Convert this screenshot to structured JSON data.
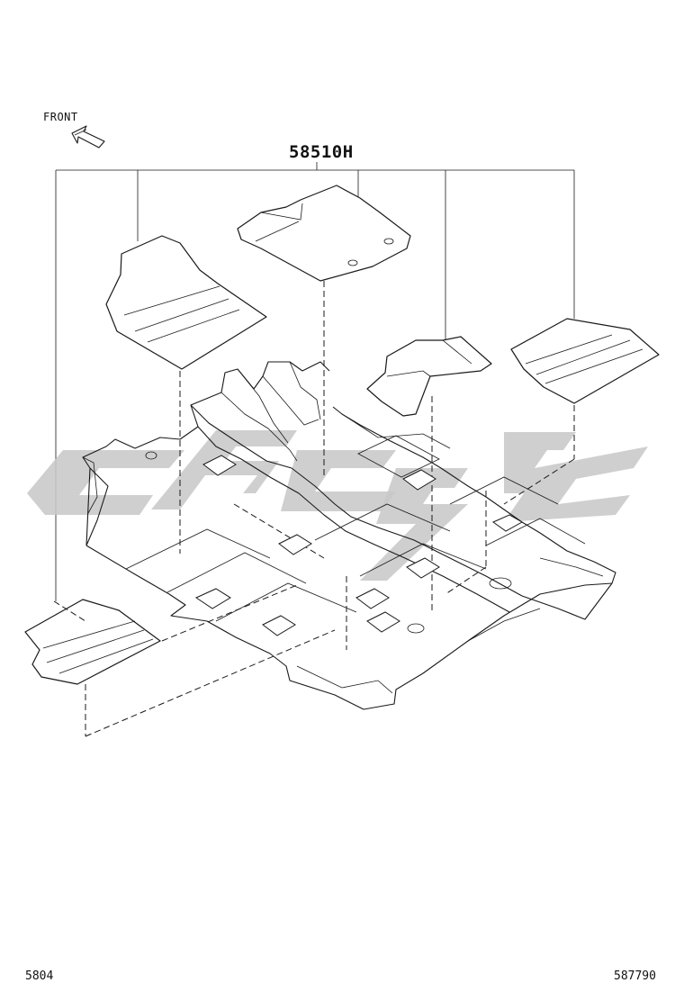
{
  "diagram": {
    "direction_label": "FRONT",
    "part_number": "58510H",
    "footer_left": "5804",
    "footer_right": "587790",
    "colors": {
      "line": "#1a1a1a",
      "watermark": "#c8c8c8",
      "background": "#ffffff"
    },
    "icons": [
      "front-direction-arrow-icon",
      "watermark-logo"
    ]
  }
}
